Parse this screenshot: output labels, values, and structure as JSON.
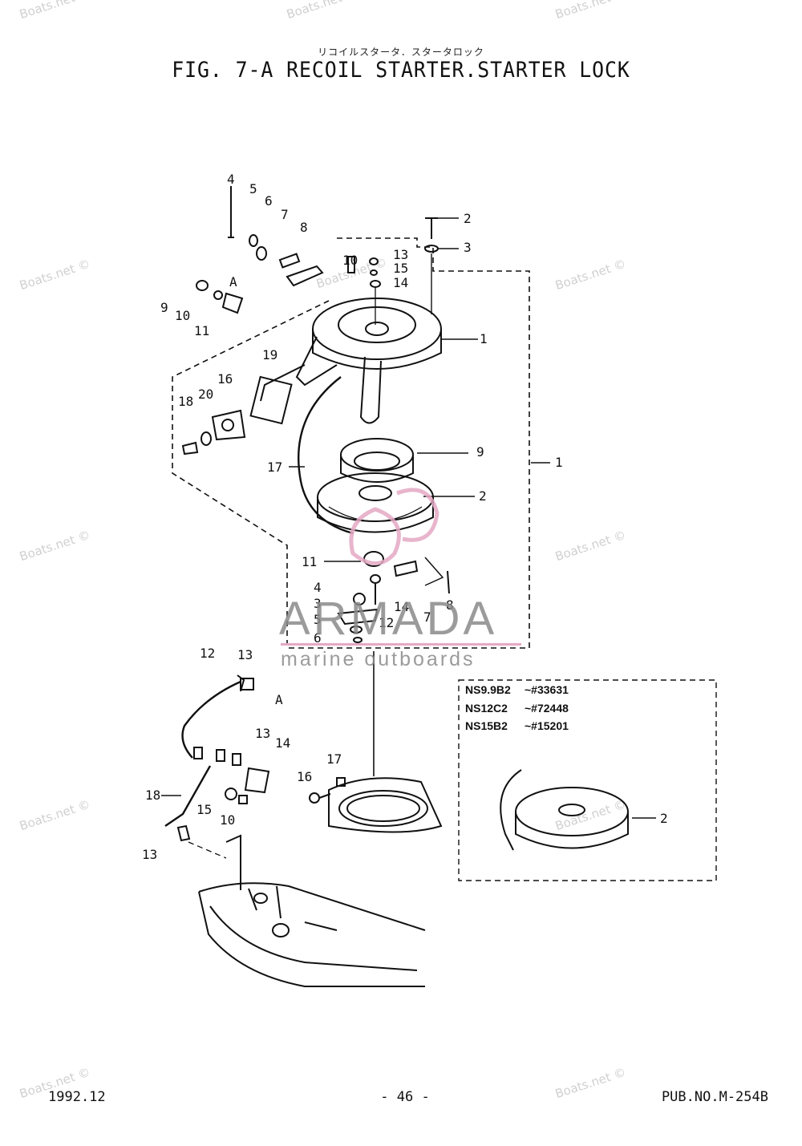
{
  "header": {
    "title_jp": "リコイルスタータ．スタータロック",
    "title": "FIG.  7-A RECOIL STARTER.STARTER LOCK"
  },
  "footer": {
    "date": "1992.12",
    "page": "- 46 -",
    "pub_no": "PUB.NO.M-254B"
  },
  "watermark": {
    "site": "Boats.net ©",
    "brand": "ARMADA",
    "brand_sub": "marine outboards",
    "brand_color": "#e4a9c4"
  },
  "callouts": {
    "top": [
      "4",
      "5",
      "6",
      "7",
      "8",
      "9",
      "10",
      "11",
      "A",
      "10",
      "13",
      "15",
      "14",
      "2",
      "3",
      "1",
      "19",
      "16",
      "20",
      "18",
      "17",
      "9",
      "1",
      "2",
      "11",
      "4",
      "3",
      "5",
      "6",
      "14",
      "12",
      "7",
      "8"
    ],
    "bottom": [
      "12",
      "13",
      "A",
      "13",
      "14",
      "18",
      "15",
      "10",
      "13",
      "17",
      "16"
    ],
    "inset": [
      "2"
    ]
  },
  "inset": {
    "rows": [
      {
        "model": "NS9.9B2",
        "serial": "~#33631"
      },
      {
        "model": "NS12C2",
        "serial": "~#72448"
      },
      {
        "model": "NS15B2",
        "serial": "~#15201"
      }
    ]
  }
}
